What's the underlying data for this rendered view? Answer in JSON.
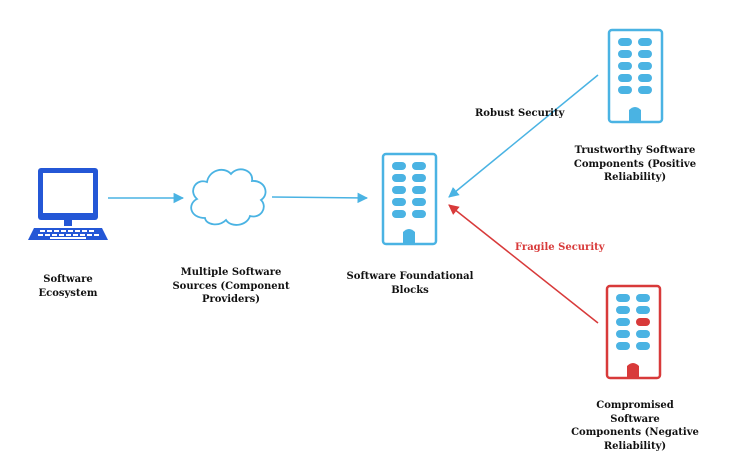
{
  "nodes": {
    "ecosystem": {
      "label": "Software\nEcosystem",
      "icon": "desktop-computer-icon"
    },
    "sources": {
      "label": "Multiple Software\nSources (Component\nProviders)",
      "icon": "cloud-icon"
    },
    "foundational": {
      "label": "Software Foundational\nBlocks",
      "icon": "building-icon"
    },
    "trustworthy": {
      "label": "Trustworthy Software\nComponents (Positive\nReliability)",
      "icon": "building-icon"
    },
    "compromised": {
      "label": "Compromised Software\nComponents (Negative\nReliability)",
      "icon": "compromised-building-icon"
    }
  },
  "edges": {
    "robust": {
      "label": "Robust Security",
      "color": "#4ab3e3"
    },
    "fragile": {
      "label": "Fragile Security",
      "color": "#d83a3a"
    }
  },
  "colors": {
    "accent_blue": "#4ab3e3",
    "computer_blue": "#2457d6",
    "alert_red": "#d83a3a"
  }
}
